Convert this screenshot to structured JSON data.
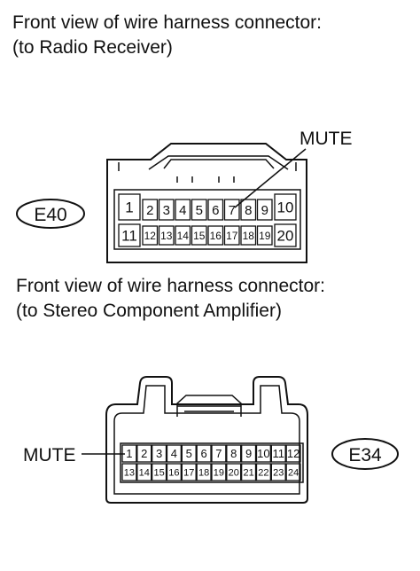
{
  "connector_1": {
    "caption_line1": "Front view of wire harness connector:",
    "caption_line2": "(to Radio Receiver)",
    "id": "E40",
    "callout": "MUTE",
    "pins_row1": [
      "1",
      "2",
      "3",
      "4",
      "5",
      "6",
      "7",
      "8",
      "9",
      "10"
    ],
    "pins_row2": [
      "11",
      "12",
      "13",
      "14",
      "15",
      "16",
      "17",
      "18",
      "19",
      "20"
    ]
  },
  "connector_2": {
    "caption_line1": "Front view of wire harness connector:",
    "caption_line2": "(to Stereo Component Amplifier)",
    "id": "E34",
    "callout": "MUTE",
    "pins_row1": [
      "1",
      "2",
      "3",
      "4",
      "5",
      "6",
      "7",
      "8",
      "9",
      "10",
      "11",
      "12"
    ],
    "pins_row2": [
      "13",
      "14",
      "15",
      "16",
      "17",
      "18",
      "19",
      "20",
      "21",
      "22",
      "23",
      "24"
    ]
  }
}
